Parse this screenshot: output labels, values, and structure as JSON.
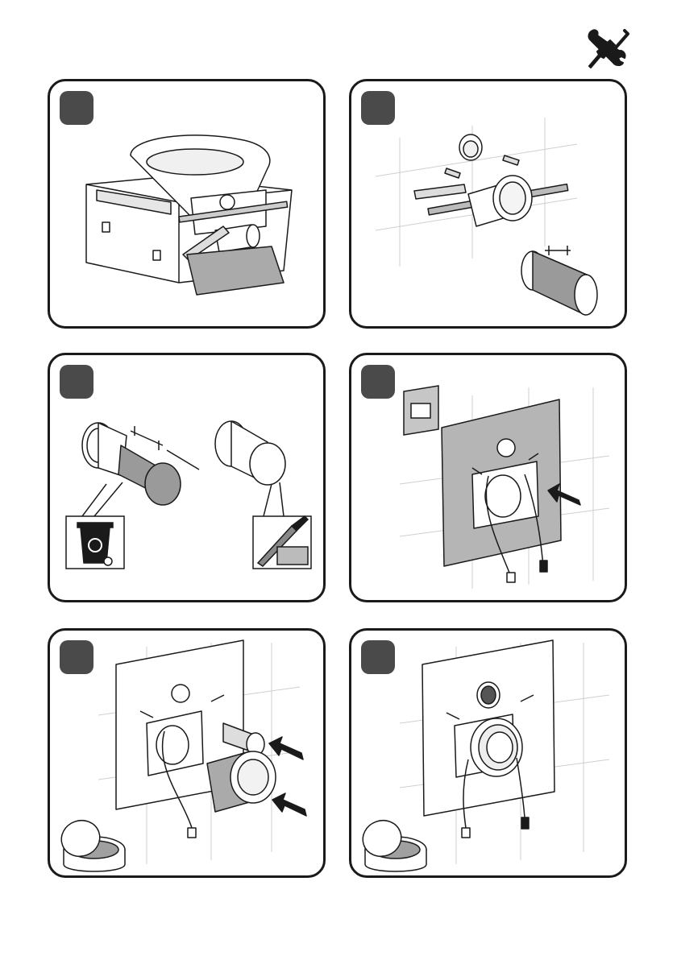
{
  "icons": {
    "header": "tools-icon",
    "recycle_bin": "recycle-bin-icon",
    "file_tool": "file-tool-icon",
    "lubricant": "lubricant-jar-icon",
    "push_arrow": "push-arrow-icon"
  },
  "colors": {
    "line": "#1a1a1a",
    "badge": "#4a4a4a",
    "panel_fill": "#b5b5b5",
    "tile_grid": "#cfcfcf",
    "pipe_gray": "#8a8a8a"
  },
  "steps": [
    {
      "id": 1
    },
    {
      "id": 2
    },
    {
      "id": 3
    },
    {
      "id": 4
    },
    {
      "id": 5
    },
    {
      "id": 6
    }
  ]
}
